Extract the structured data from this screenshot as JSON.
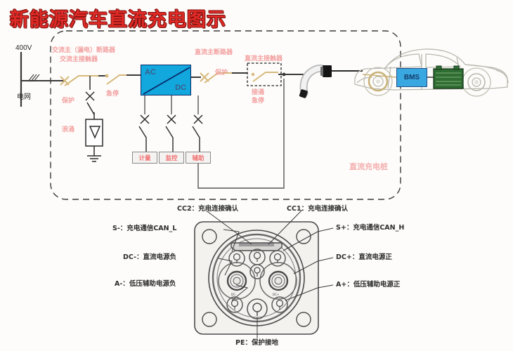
{
  "title": "新能源汽车直流充电图示",
  "diagram": {
    "enclosure_label": "直流充电桩",
    "grid": {
      "voltage": "400V",
      "name": "电网"
    },
    "ac_side": {
      "breaker_label_line1": "交流主（漏电）断路器",
      "breaker_label_line2": "交流主接触器",
      "protect_label": "保护",
      "surge_label": "浪涌",
      "estop_label": "急停"
    },
    "converter": {
      "input": "AC",
      "output": "DC"
    },
    "aux_boxes": [
      "计量",
      "监控",
      "辅助"
    ],
    "dc_side": {
      "breaker_label": "直流主断路器",
      "contactor_label": "直流主接触器",
      "protect_label": "保护",
      "estop_label_line1": "接通",
      "estop_label_line2": "急停"
    },
    "vehicle": {
      "bms_label": "BMS"
    }
  },
  "connector": {
    "pins_top": [
      {
        "code": "CC2",
        "sep": "：",
        "desc": "充电连接确认"
      },
      {
        "code": "CC1",
        "sep": "：",
        "desc": "充电连接确认"
      }
    ],
    "pins_left": [
      {
        "code": "S-",
        "sep": "：",
        "desc": "充电通信CAN_L"
      },
      {
        "code": "DC-",
        "sep": "：",
        "desc": "直流电源负"
      },
      {
        "code": "A-",
        "sep": "：",
        "desc": "低压辅助电源负"
      }
    ],
    "pins_right": [
      {
        "code": "S+",
        "sep": "：",
        "desc": "充电通信CAN_H"
      },
      {
        "code": "DC+",
        "sep": "：",
        "desc": "直流电源正"
      },
      {
        "code": "A+",
        "sep": "：",
        "desc": "低压辅助电源正"
      }
    ],
    "pin_bottom": {
      "code": "PE",
      "sep": "：",
      "desc": "保护接地"
    },
    "pin_marks": {
      "dc_minus": "DC-",
      "dc_plus": "DC+"
    }
  },
  "colors": {
    "title_red": "#e02a26",
    "label_pink": "#f2a0a0",
    "converter_blue": "#12a7dd",
    "bms_blue": "#3aa8e0",
    "battery_green": "#2f6d33",
    "wire_gray": "#555555",
    "switch_tan": "#d6b97a"
  }
}
